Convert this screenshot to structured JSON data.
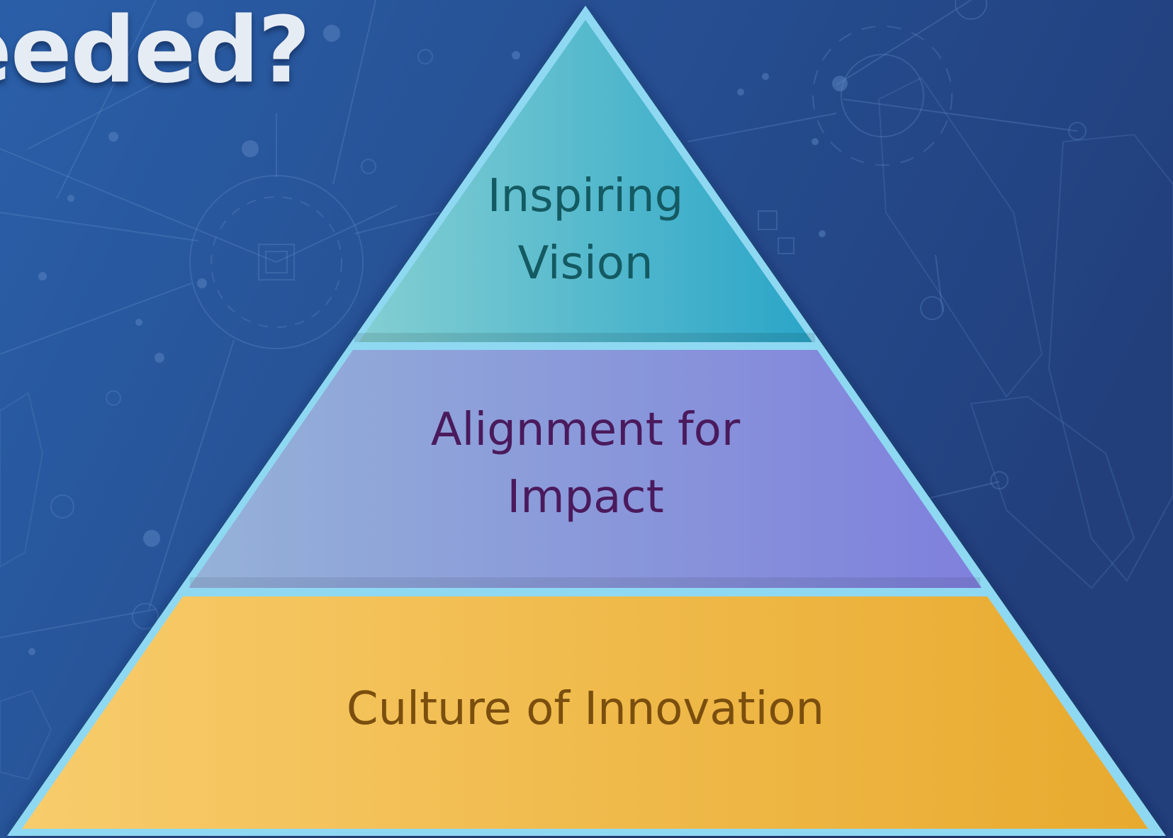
{
  "slide": {
    "title_fragment": "eeded?"
  },
  "pyramid": {
    "levels": [
      {
        "line1": "Inspiring",
        "line2": "Vision",
        "text_color": "#145a62"
      },
      {
        "line1": "Alignment for",
        "line2": "Impact",
        "text_color": "#4a1a5c"
      },
      {
        "line1": "Culture of Innovation",
        "text_color": "#7a4e0e"
      }
    ]
  },
  "colors": {
    "background_left": "#2a5fa8",
    "background_right": "#223f7c",
    "outline": "#8fd8f2",
    "top_gradient": [
      "#84cfd2",
      "#2aa5c8"
    ],
    "middle_gradient": [
      "#95b2d8",
      "#7f80dc"
    ],
    "bottom_gradient": [
      "#f8cc6c",
      "#e8aa2e"
    ]
  }
}
